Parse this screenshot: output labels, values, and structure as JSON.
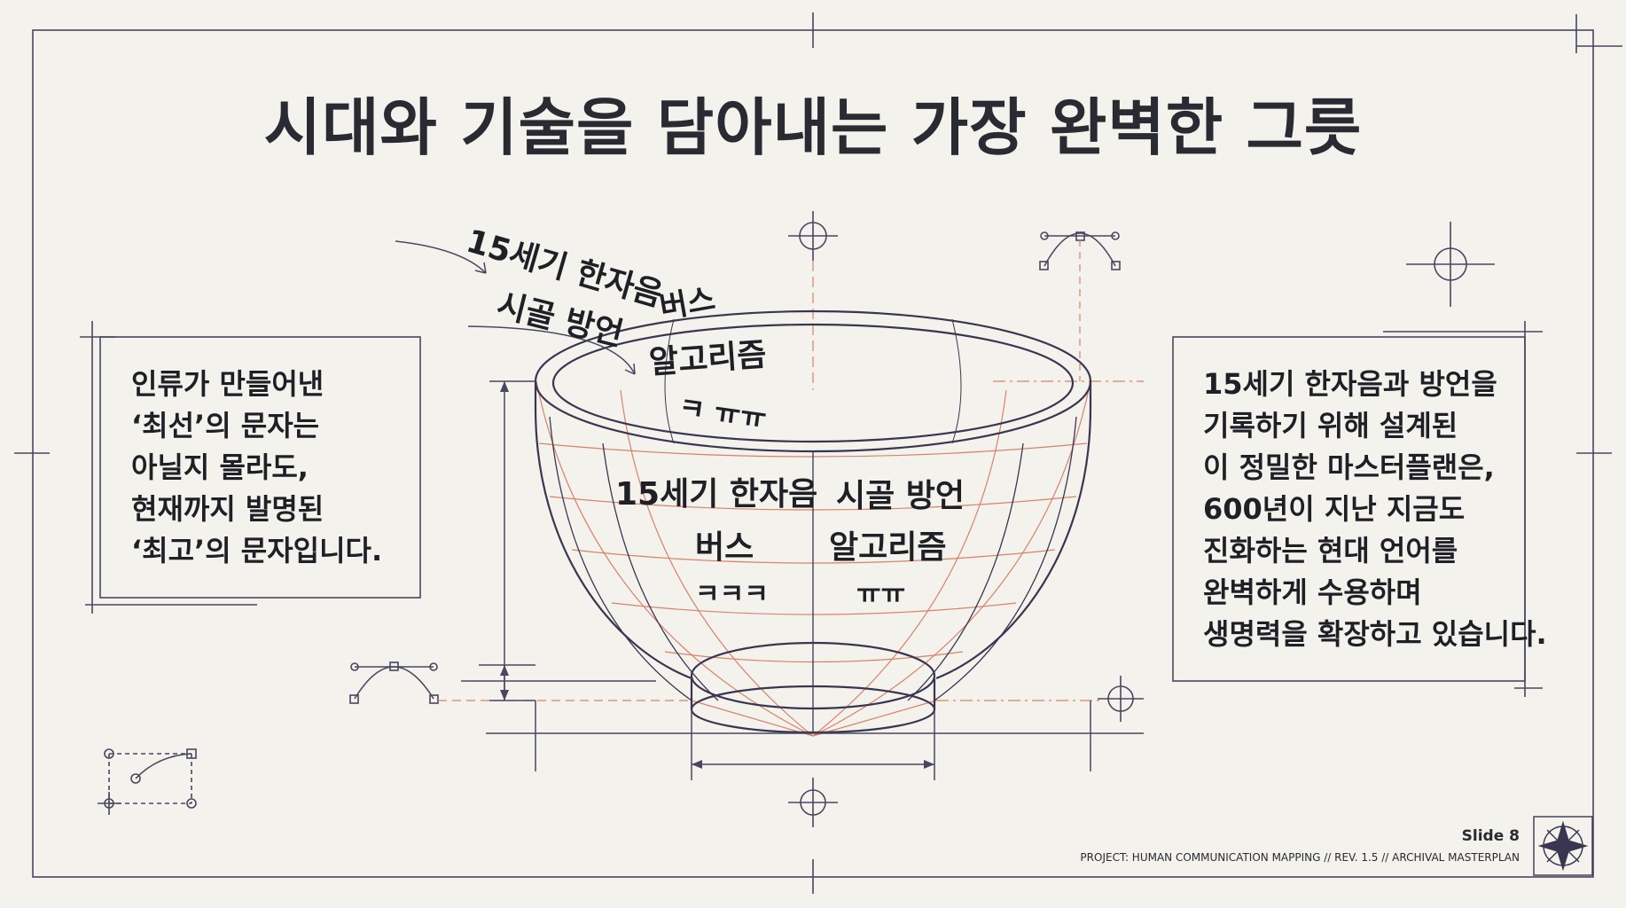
{
  "title": "시대와 기술을 담아내는 가장 완벽한 그릇",
  "left_box": {
    "lines": [
      "인류가 만들어낸",
      "‘최선’의 문자는",
      "아닐지 몰라도,",
      "현재까지 발명된",
      "‘최고’의 문자입니다."
    ]
  },
  "right_box": {
    "lines": [
      "15세기 한자음과 방언을",
      "기록하기 위해 설계된",
      "이 정밀한 마스터플랜은,",
      "600년이 지난 지금도",
      "진화하는 현대 언어를",
      "완벽하게 수용하며",
      "생명력을 확장하고 있습니다."
    ]
  },
  "floating_labels": {
    "hanja": "15세기 한자음",
    "dialect": "시골 방언",
    "bus": "버스",
    "algorithm": "알고리즘",
    "jamo": "ㅋ ㅠㅠ"
  },
  "bowl_labels": {
    "left_hanja": "15세기 한자음",
    "left_bus": "버스",
    "left_kkk": "ㅋㅋㅋ",
    "right_dialect": "시골 방언",
    "right_algorithm": "알고리즘",
    "right_tt": "ㅠㅠ"
  },
  "footer": {
    "slide": "Slide 8",
    "project": "PROJECT: HUMAN COMMUNICATION MAPPING // REV. 1.5 // ARCHIVAL MASTERPLAN"
  },
  "colors": {
    "background": "#f3f2ed",
    "ink": "#3a3650",
    "accent_red": "#d9826a"
  }
}
